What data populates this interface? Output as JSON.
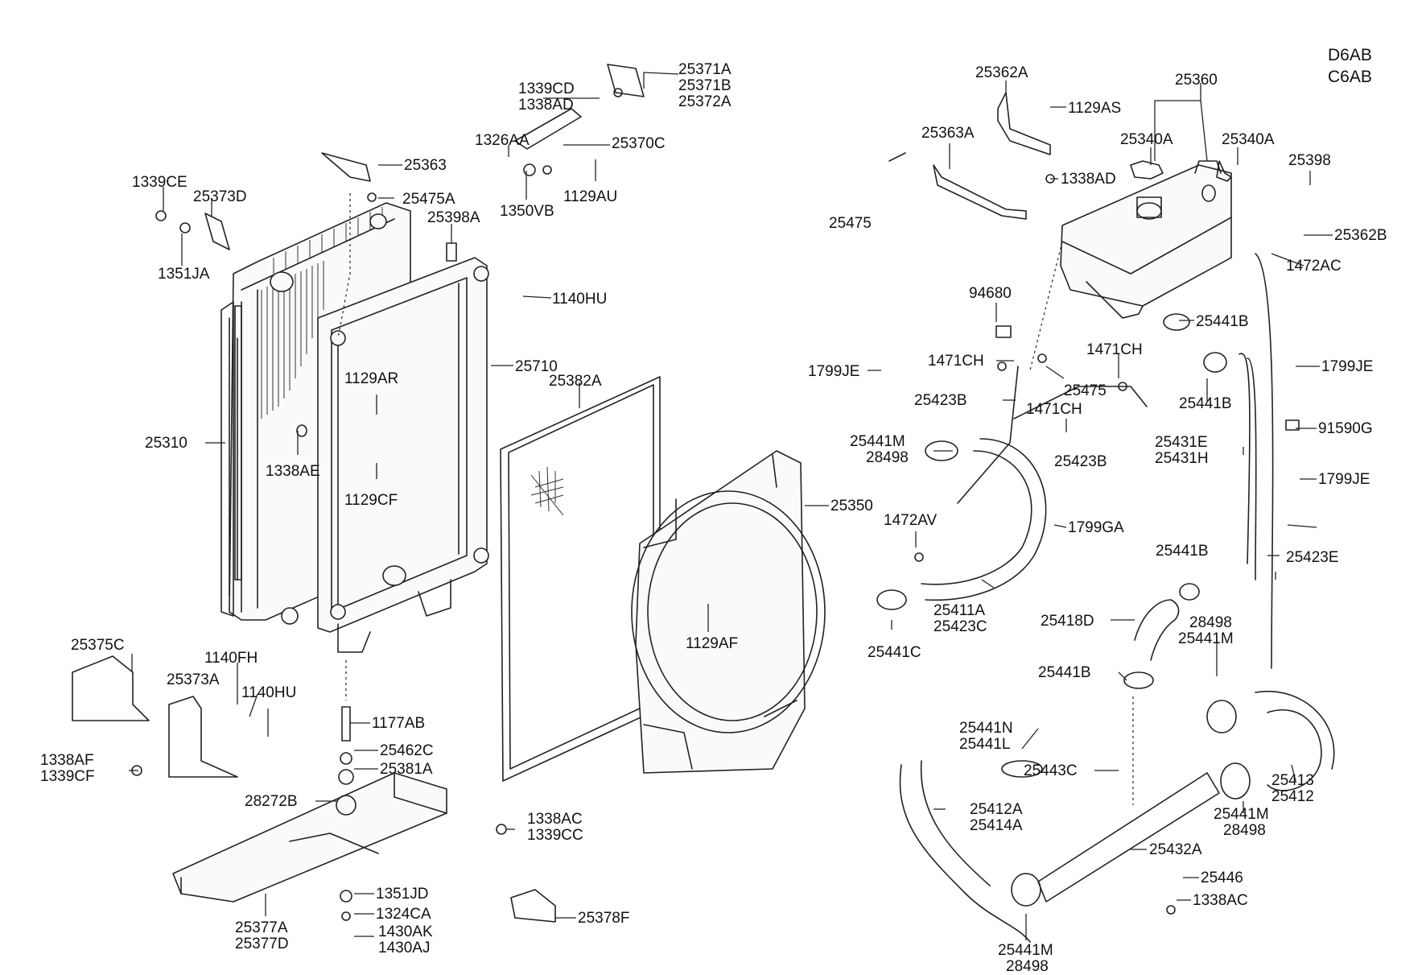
{
  "engine_codes": [
    "D6AB",
    "C6AB"
  ],
  "callouts": [
    {
      "id": "c01",
      "lines": [
        "25371A",
        "25371B",
        "25372A"
      ]
    },
    {
      "id": "c02",
      "lines": [
        "1339CD",
        "1338AD"
      ]
    },
    {
      "id": "c03",
      "lines": [
        "1326AA"
      ]
    },
    {
      "id": "c04",
      "lines": [
        "25370C"
      ]
    },
    {
      "id": "c05",
      "lines": [
        "1350VB"
      ]
    },
    {
      "id": "c06",
      "lines": [
        "1129AU"
      ]
    },
    {
      "id": "c07",
      "lines": [
        "25363"
      ]
    },
    {
      "id": "c08",
      "lines": [
        "25475A"
      ]
    },
    {
      "id": "c09",
      "lines": [
        "1339CE"
      ]
    },
    {
      "id": "c10",
      "lines": [
        "25373D"
      ]
    },
    {
      "id": "c11",
      "lines": [
        "25398A"
      ]
    },
    {
      "id": "c12",
      "lines": [
        "1351JA"
      ]
    },
    {
      "id": "c13",
      "lines": [
        "1140HU"
      ]
    },
    {
      "id": "c14",
      "lines": [
        "25710"
      ]
    },
    {
      "id": "c15",
      "lines": [
        "25382A"
      ]
    },
    {
      "id": "c16",
      "lines": [
        "1129AR"
      ]
    },
    {
      "id": "c17",
      "lines": [
        "25310"
      ]
    },
    {
      "id": "c18",
      "lines": [
        "1338AE"
      ]
    },
    {
      "id": "c19",
      "lines": [
        "1129CF"
      ]
    },
    {
      "id": "c20",
      "lines": [
        "25350"
      ]
    },
    {
      "id": "c21",
      "lines": [
        "1129AF"
      ]
    },
    {
      "id": "c22",
      "lines": [
        "25375C"
      ]
    },
    {
      "id": "c23",
      "lines": [
        "1140FH"
      ]
    },
    {
      "id": "c24",
      "lines": [
        "25373A"
      ]
    },
    {
      "id": "c25",
      "lines": [
        "1140HU"
      ]
    },
    {
      "id": "c26",
      "lines": [
        "1338AF",
        "1339CF"
      ]
    },
    {
      "id": "c27",
      "lines": [
        "1177AB"
      ]
    },
    {
      "id": "c28",
      "lines": [
        "25462C"
      ]
    },
    {
      "id": "c29",
      "lines": [
        "25381A"
      ]
    },
    {
      "id": "c30",
      "lines": [
        "28272B"
      ]
    },
    {
      "id": "c31",
      "lines": [
        "1338AC",
        "1339CC"
      ]
    },
    {
      "id": "c32",
      "lines": [
        "1351JD"
      ]
    },
    {
      "id": "c33",
      "lines": [
        "1324CA"
      ]
    },
    {
      "id": "c34",
      "lines": [
        "25377A",
        "25377D"
      ]
    },
    {
      "id": "c35",
      "lines": [
        "1430AK",
        "1430AJ"
      ]
    },
    {
      "id": "c36",
      "lines": [
        "25378F"
      ]
    },
    {
      "id": "c37",
      "lines": [
        "25362A"
      ]
    },
    {
      "id": "c38",
      "lines": [
        "25360"
      ]
    },
    {
      "id": "c39",
      "lines": [
        "1129AS"
      ]
    },
    {
      "id": "c40",
      "lines": [
        "25363A"
      ]
    },
    {
      "id": "c41",
      "lines": [
        "25340A"
      ]
    },
    {
      "id": "c42",
      "lines": [
        "25340A"
      ]
    },
    {
      "id": "c43",
      "lines": [
        "25398"
      ]
    },
    {
      "id": "c44",
      "lines": [
        "1338AD"
      ]
    },
    {
      "id": "c45",
      "lines": [
        "25475"
      ]
    },
    {
      "id": "c46",
      "lines": [
        "25362B"
      ]
    },
    {
      "id": "c47",
      "lines": [
        "1472AC"
      ]
    },
    {
      "id": "c48",
      "lines": [
        "94680"
      ]
    },
    {
      "id": "c49",
      "lines": [
        "25441B"
      ]
    },
    {
      "id": "c50",
      "lines": [
        "1799JE"
      ]
    },
    {
      "id": "c51",
      "lines": [
        "1471CH"
      ]
    },
    {
      "id": "c52",
      "lines": [
        "1471CH"
      ]
    },
    {
      "id": "c53",
      "lines": [
        "1799JE"
      ]
    },
    {
      "id": "c54",
      "lines": [
        "25475"
      ]
    },
    {
      "id": "c55",
      "lines": [
        "25423B"
      ]
    },
    {
      "id": "c56",
      "lines": [
        "1471CH"
      ]
    },
    {
      "id": "c57",
      "lines": [
        "25441B"
      ]
    },
    {
      "id": "c58",
      "lines": [
        "91590G"
      ]
    },
    {
      "id": "c59",
      "lines": [
        "25441M",
        "28498"
      ]
    },
    {
      "id": "c60",
      "lines": [
        "25423B"
      ]
    },
    {
      "id": "c61",
      "lines": [
        "25431E",
        "25431H"
      ]
    },
    {
      "id": "c62",
      "lines": [
        "1799JE"
      ]
    },
    {
      "id": "c63",
      "lines": [
        "1472AV"
      ]
    },
    {
      "id": "c64",
      "lines": [
        "1799GA"
      ]
    },
    {
      "id": "c65",
      "lines": [
        "25441B"
      ]
    },
    {
      "id": "c66",
      "lines": [
        "25423E"
      ]
    },
    {
      "id": "c67",
      "lines": [
        "25411A",
        "25423C"
      ]
    },
    {
      "id": "c68",
      "lines": [
        "25418D"
      ]
    },
    {
      "id": "c69",
      "lines": [
        "28498",
        "25441M"
      ]
    },
    {
      "id": "c70",
      "lines": [
        "25441C"
      ]
    },
    {
      "id": "c71",
      "lines": [
        "25441B"
      ]
    },
    {
      "id": "c72",
      "lines": [
        "25441N",
        "25441L"
      ]
    },
    {
      "id": "c73",
      "lines": [
        "25443C"
      ]
    },
    {
      "id": "c74",
      "lines": [
        "25413",
        "25412"
      ]
    },
    {
      "id": "c75",
      "lines": [
        "25412A",
        "25414A"
      ]
    },
    {
      "id": "c76",
      "lines": [
        "25441M",
        "28498"
      ]
    },
    {
      "id": "c77",
      "lines": [
        "25432A"
      ]
    },
    {
      "id": "c78",
      "lines": [
        "25446"
      ]
    },
    {
      "id": "c79",
      "lines": [
        "1338AC"
      ]
    },
    {
      "id": "c80",
      "lines": [
        "25441M",
        "28498"
      ]
    }
  ]
}
